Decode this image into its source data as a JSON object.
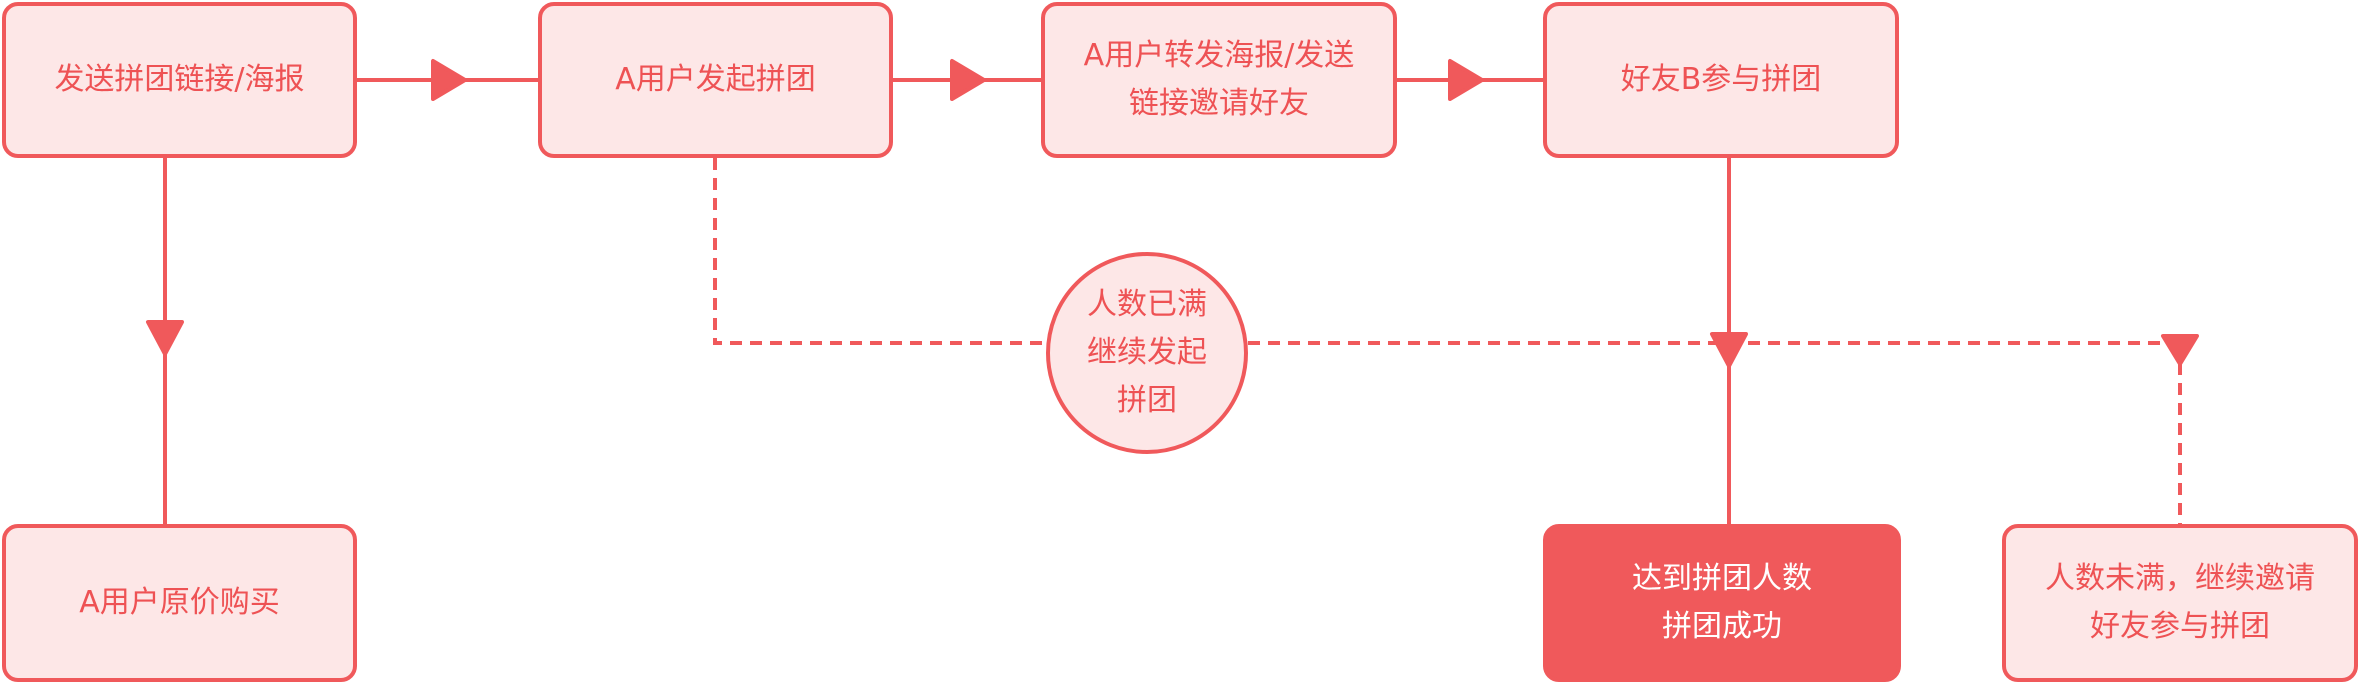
{
  "colors": {
    "accent": "#F0595B",
    "node_fill": "#FDE7E7",
    "text": "#EE5254",
    "filled_text": "#FFFFFF"
  },
  "nodes": {
    "send_link": "发送拼团链接/海报",
    "user_a_start": "A用户发起拼团",
    "user_a_forward": "A用户转发海报/发送\n链接邀请好友",
    "friend_b_join": "好友B参与拼团",
    "original_price": "A用户原价购买",
    "full_restart": "人数已满\n继续发起\n拼团",
    "group_success": "达到拼团人数\n拼团成功",
    "not_full_invite": "人数未满，继续邀请\n好友参与拼团"
  }
}
